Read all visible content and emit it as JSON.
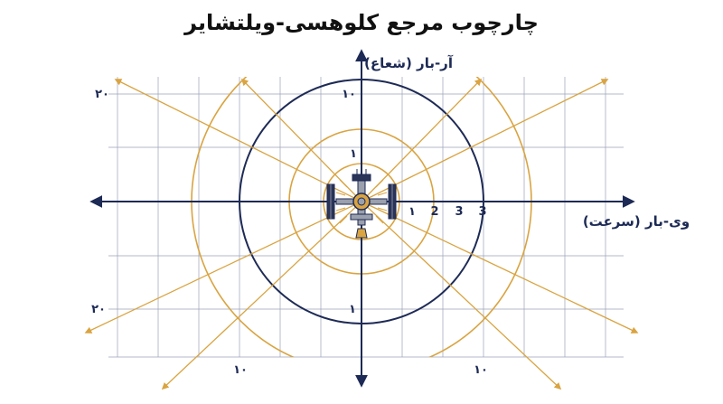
{
  "title": "چارچوب مرجع کلوهسی-ویلتشایر",
  "axes": {
    "vbar_label": "وی-بار (سرعت)",
    "rbar_label": "آر-بار (شعاع)"
  },
  "ticks": {
    "top_left_20": "۲۰",
    "bottom_left_20": "۲۰",
    "r_10": "۱۰",
    "r_1_top": "۱",
    "r_1_bottom": "۱",
    "v_1": "۱",
    "v_2": "2",
    "v_3a": "3",
    "v_3b": "3",
    "bottom_10_left": "۱۰",
    "bottom_10_right": "۱۰"
  },
  "colors": {
    "navy": "#1d2a55",
    "gold": "#d9a441",
    "grid": "#9aa2b8",
    "station_gray": "#9aa0ac",
    "panel": "#2a3458"
  },
  "icons": {
    "center": "space-station-icon"
  }
}
